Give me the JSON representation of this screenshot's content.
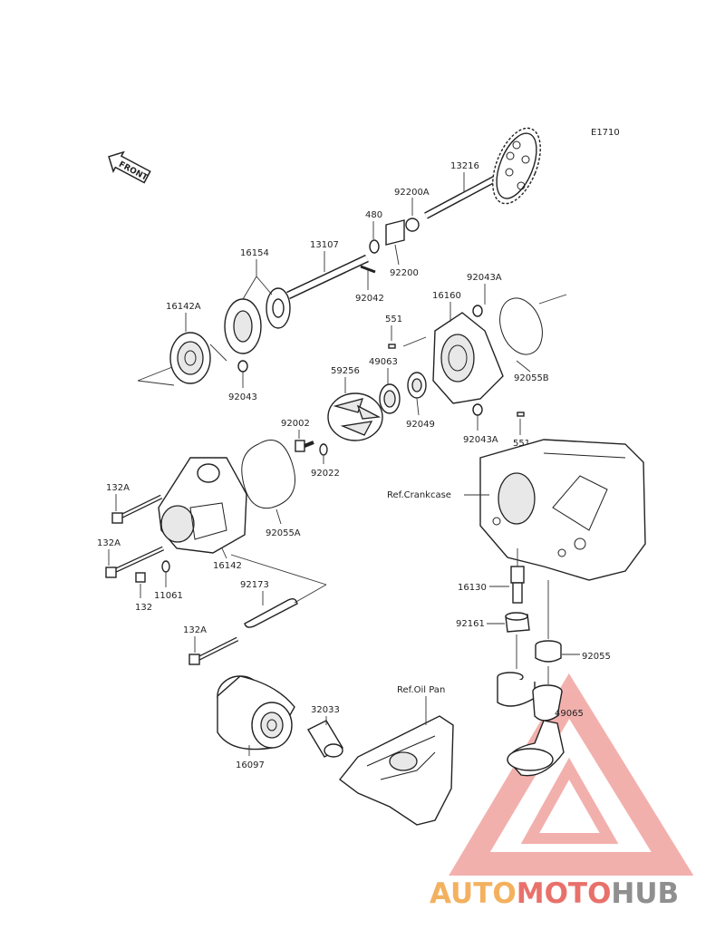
{
  "diagram_code": "E1710",
  "front_label": "FRONT",
  "ref_labels": {
    "crankcase": "Ref.Crankcase",
    "oil_pan": "Ref.Oil Pan"
  },
  "parts": {
    "p13216": "13216",
    "p92200A": "92200A",
    "p480": "480",
    "p92200": "92200",
    "p16154": "16154",
    "p13107": "13107",
    "p92042": "92042",
    "p16142A": "16142A",
    "p92043": "92043",
    "p92043A_top": "92043A",
    "p16160": "16160",
    "p551_top": "551",
    "p92055B": "92055B",
    "p49063": "49063",
    "p59256": "59256",
    "p92049": "92049",
    "p92043A_bot": "92043A",
    "p551_bot": "551",
    "p92002": "92002",
    "p92022": "92022",
    "p132A_1": "132A",
    "p132A_2": "132A",
    "p132A_3": "132A",
    "p92055A": "92055A",
    "p16142": "16142",
    "p11061": "11061",
    "p132": "132",
    "p92173": "92173",
    "p16130": "16130",
    "p92161": "92161",
    "p92055": "92055",
    "p49065": "49065",
    "p32033": "32033",
    "p16097": "16097"
  },
  "watermark": {
    "part1": "AUTO",
    "part2": "MOTO",
    "part3": "HUB",
    "color1": "#f3b15f",
    "color2": "#e9716b",
    "color3": "#8f8f8f"
  }
}
